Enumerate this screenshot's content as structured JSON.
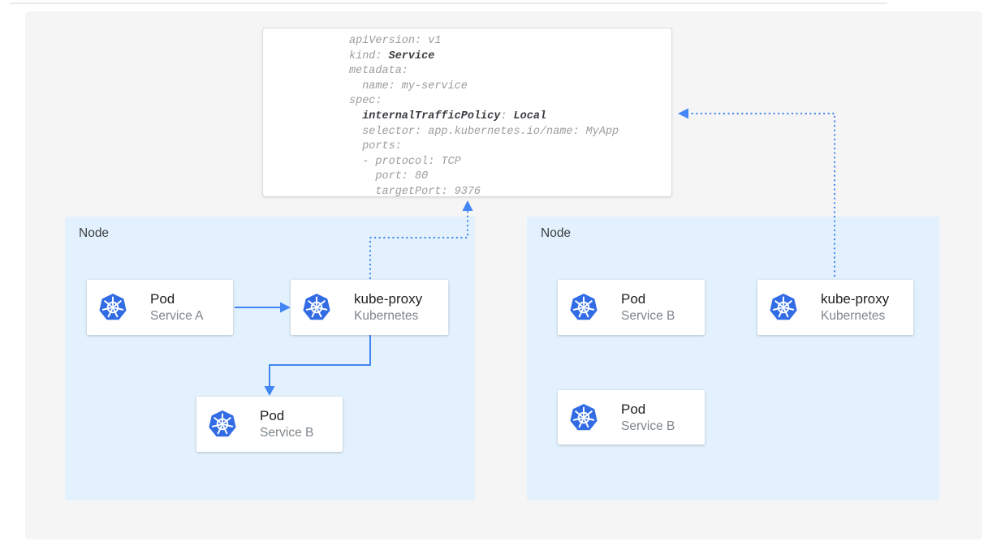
{
  "yaml_card": {
    "lines": [
      [
        {
          "t": "apiVersion: v1"
        }
      ],
      [
        {
          "t": "kind: "
        },
        {
          "t": "Service",
          "b": true
        }
      ],
      [
        {
          "t": "metadata:"
        }
      ],
      [
        {
          "t": "  name: my-service"
        }
      ],
      [
        {
          "t": "spec:"
        }
      ],
      [
        {
          "t": "  "
        },
        {
          "t": "internalTrafficPolicy",
          "b": true
        },
        {
          "t": ": "
        },
        {
          "t": "Local",
          "b": true
        }
      ],
      [
        {
          "t": "  selector: app.kubernetes.io/name: MyApp"
        }
      ],
      [
        {
          "t": "  ports:"
        }
      ],
      [
        {
          "t": "  - protocol: TCP"
        }
      ],
      [
        {
          "t": "    port: 80"
        }
      ],
      [
        {
          "t": "    targetPort: 9376"
        }
      ]
    ]
  },
  "nodes": [
    {
      "label": "Node",
      "cards": [
        {
          "title": "Pod",
          "subtitle": "Service A",
          "icon": "kubernetes-icon"
        },
        {
          "title": "kube-proxy",
          "subtitle": "Kubernetes",
          "icon": "kubernetes-icon"
        },
        {
          "title": "Pod",
          "subtitle": "Service B",
          "icon": "kubernetes-icon"
        }
      ]
    },
    {
      "label": "Node",
      "cards": [
        {
          "title": "Pod",
          "subtitle": "Service B",
          "icon": "kubernetes-icon"
        },
        {
          "title": "kube-proxy",
          "subtitle": "Kubernetes",
          "icon": "kubernetes-icon"
        },
        {
          "title": "Pod",
          "subtitle": "Service B",
          "icon": "kubernetes-icon"
        }
      ]
    }
  ],
  "colors": {
    "arrow_blue": "#4285f4",
    "kubernetes_blue": "#326ce5",
    "node_background": "#e2f1fd",
    "panel_background": "#f5f5f6",
    "code_regular": "#9c9ca1",
    "code_bold": "#3b3e42"
  }
}
